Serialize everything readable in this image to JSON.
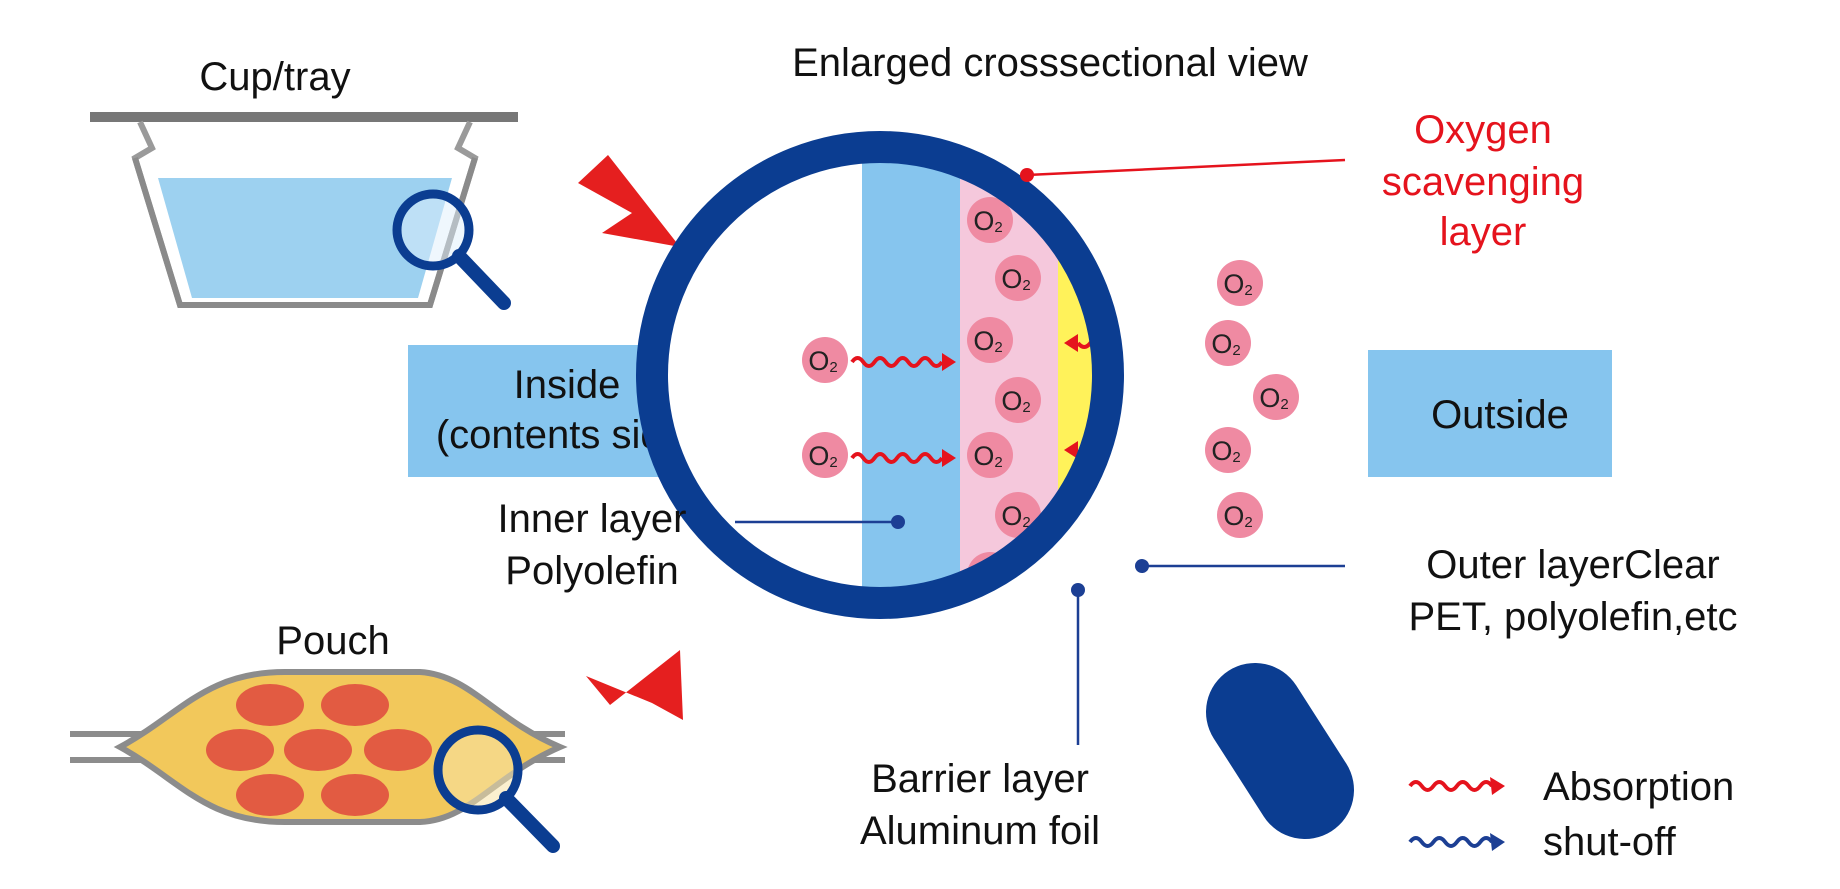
{
  "title": "Enlarged crosssectional view",
  "labels": {
    "cup_tray": "Cup/tray",
    "pouch": "Pouch",
    "inside_line1": "Inside",
    "inside_line2": "(contents side)",
    "outside": "Outside",
    "oxygen_line1": "Oxygen",
    "oxygen_line2": "scavenging",
    "oxygen_line3": "layer",
    "inner_line1": "Inner layer",
    "inner_line2": "Polyolefin",
    "outer_line1": "Outer layerClear",
    "outer_line2": "PET, polyolefin,etc",
    "barrier_line1": "Barrier layer",
    "barrier_line2": "Aluminum foil"
  },
  "molecule_label": "O",
  "molecule_subscript": "2",
  "legend": {
    "absorption": "Absorption",
    "shutoff": "shut-off"
  },
  "colors": {
    "blue_dark": "#0b3d91",
    "layer_blue": "#86c5ee",
    "scavenging_pink": "#f5c8dc",
    "barrier_yellow": "#fff25a",
    "absorption_red": "#e5131d",
    "shutoff_blue": "#1c3f94",
    "molecule_fill": "#ef8aa2",
    "pointer_red": "#e51f1f",
    "pouch_contents": "#f2c85b"
  }
}
